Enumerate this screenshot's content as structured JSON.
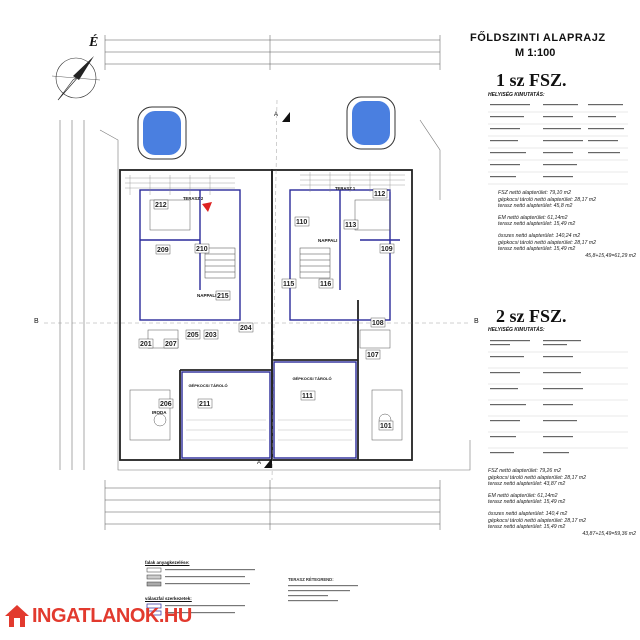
{
  "header": {
    "title": "FŐLDSZINTI ALAPRAJZ",
    "scale": "M 1:100"
  },
  "compass": {
    "letter": "É"
  },
  "plan": {
    "axis_left": "B",
    "axis_right": "B",
    "section_top": "A",
    "section_bottom": "A",
    "pools": 2,
    "rooms": [
      {
        "id": "212"
      },
      {
        "id": "209"
      },
      {
        "id": "210"
      },
      {
        "id": "215"
      },
      {
        "id": "204"
      },
      {
        "id": "205"
      },
      {
        "id": "203"
      },
      {
        "id": "201"
      },
      {
        "id": "207"
      },
      {
        "id": "211"
      },
      {
        "id": "206"
      },
      {
        "id": "112"
      },
      {
        "id": "110"
      },
      {
        "id": "113"
      },
      {
        "id": "109"
      },
      {
        "id": "115"
      },
      {
        "id": "108"
      },
      {
        "id": "107"
      },
      {
        "id": "111"
      },
      {
        "id": "101"
      },
      {
        "id": "116"
      }
    ],
    "room_names": {
      "nappali_left": "NAPPALI",
      "nappali_right": "NAPPALI",
      "terasz_left": "TERASZ 2",
      "terasz_right": "TERASZ 1",
      "garage_left": "GÉPKOCSI TÁROLÓ",
      "garage_right": "GÉPKOCSI TÁROLÓ",
      "iroda": "IRODA"
    }
  },
  "unit1": {
    "heading": "1 sz FSZ.",
    "subhead": "HELYISÉG KIMUTATÁS:",
    "stats": [
      {
        "text": "FSZ nettó alapterület: 79,10 m2",
        "bold": false
      },
      {
        "text": "gépkocsi tároló nettó alapterület: 28,17 m2",
        "bold": false
      },
      {
        "text": "terasz nettó alapterület: 45,8 m2",
        "bold": false
      },
      {
        "text": "EM nettó alapterület: 61,14m2",
        "bold": false
      },
      {
        "text": "terasz nettó alapterület: 15,49 m2",
        "bold": false
      },
      {
        "text": "összes nettó alapterület: 140,24 m2",
        "bold": false
      },
      {
        "text": "gépkocsi tároló nettó alapterület: 28,17 m2",
        "bold": false
      },
      {
        "text": "terasz nettó alapterület: 15,49 m2",
        "bold": false
      },
      {
        "text": "45,8+15,49=61,29 m2",
        "bold": false
      }
    ]
  },
  "unit2": {
    "heading": "2 sz FSZ.",
    "subhead": "HELYISÉG KIMUTATÁS:",
    "stats": [
      {
        "text": "FSZ nettó alapterület: 79,26 m2",
        "bold": false
      },
      {
        "text": "gépkocsi tároló nettó alapterület: 28,17 m2",
        "bold": false
      },
      {
        "text": "terasz nettó alapterület: 43,87 m2",
        "bold": false
      },
      {
        "text": "EM nettó alapterület: 61,14m2",
        "bold": false
      },
      {
        "text": "terasz nettó alapterület: 15,49 m2",
        "bold": false
      },
      {
        "text": "összes nettó alapterület: 140,4 m2",
        "bold": false
      },
      {
        "text": "gépkocsi tároló nettó alapterület: 28,17 m2",
        "bold": false
      },
      {
        "text": "terasz nettó alapterület: 15,49 m2",
        "bold": false
      },
      {
        "text": "43,87+15,49=59,36 m2",
        "bold": false
      }
    ]
  },
  "legend": {
    "title1": "falak anyagkezelése:",
    "title2": "válaszfal szerkezetek:"
  },
  "terasz_note": {
    "title": "TERASZ RÉTEGREND:"
  },
  "logo": {
    "text": "INGATLANOK.HU",
    "brand_color": "#e23a2e"
  },
  "colors": {
    "pool": "#4a7fe0",
    "wall": "#2a2a9a",
    "line": "#333333"
  }
}
